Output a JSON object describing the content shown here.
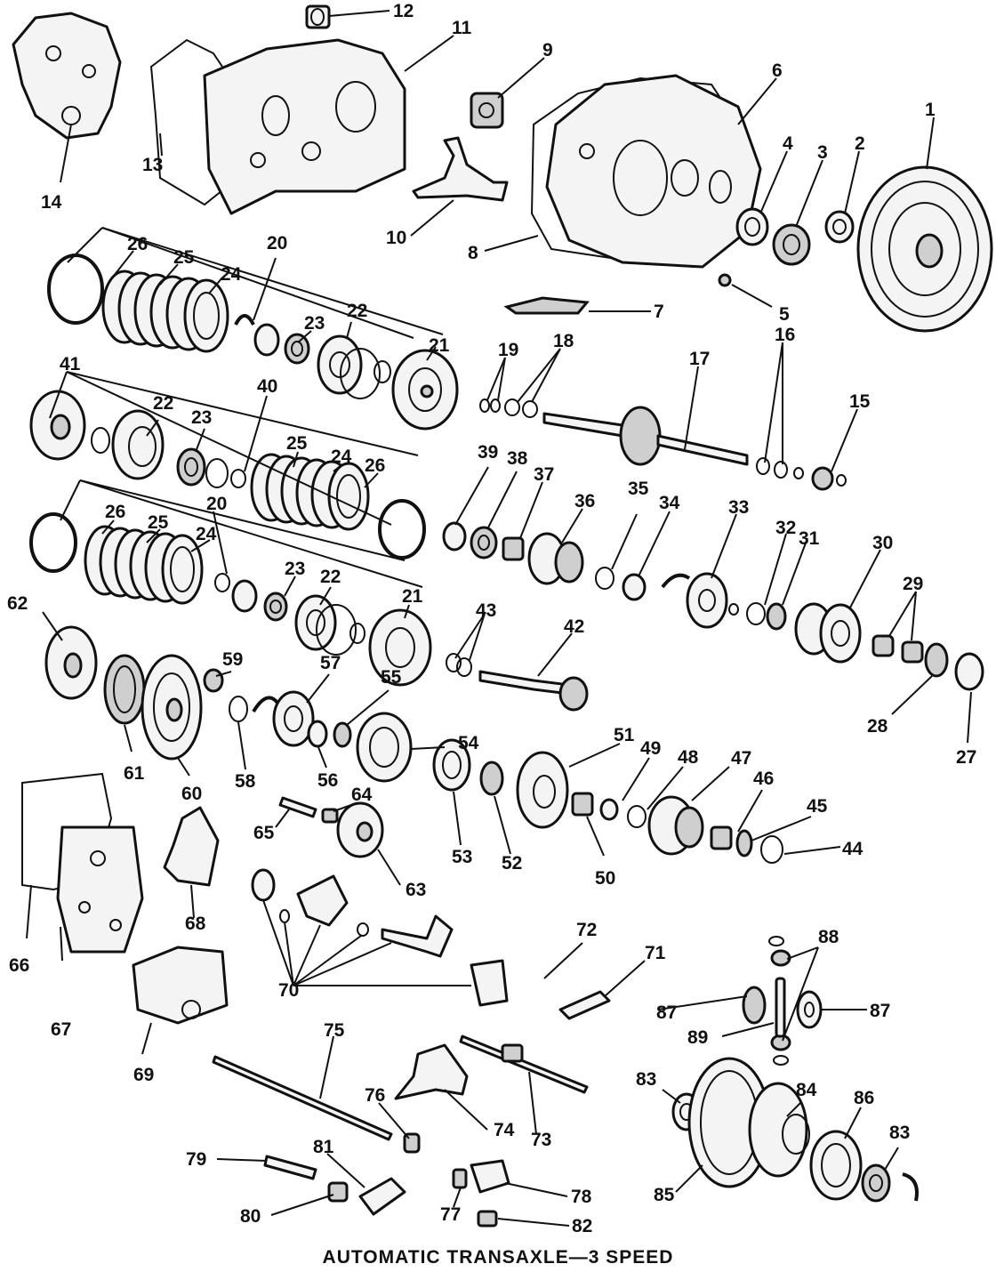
{
  "caption": "AUTOMATIC TRANSAXLE—3 SPEED",
  "callouts": [
    "1",
    "2",
    "3",
    "4",
    "5",
    "6",
    "7",
    "8",
    "9",
    "10",
    "11",
    "12",
    "13",
    "14",
    "15",
    "16",
    "17",
    "18",
    "19",
    "20",
    "21",
    "22",
    "23",
    "24",
    "25",
    "26",
    "27",
    "28",
    "29",
    "30",
    "31",
    "32",
    "33",
    "34",
    "35",
    "36",
    "37",
    "38",
    "39",
    "40",
    "41",
    "42",
    "43",
    "44",
    "45",
    "46",
    "47",
    "48",
    "49",
    "50",
    "51",
    "52",
    "53",
    "54",
    "55",
    "56",
    "57",
    "58",
    "59",
    "60",
    "61",
    "62",
    "63",
    "64",
    "65",
    "66",
    "67",
    "68",
    "69",
    "70",
    "71",
    "72",
    "73",
    "74",
    "75",
    "76",
    "77",
    "78",
    "79",
    "80",
    "81",
    "82",
    "83",
    "84",
    "85",
    "86",
    "87",
    "88",
    "89"
  ],
  "callouts_repeated": {
    "r16": "16",
    "r18": "18",
    "r19": "19",
    "r20a": "20",
    "r20b": "20",
    "r21a": "21",
    "r21b": "21",
    "r22a": "22",
    "r22b": "22",
    "r22c": "22",
    "r23a": "23",
    "r23b": "23",
    "r23c": "23",
    "r24a": "24",
    "r24b": "24",
    "r24c": "24",
    "r25a": "25",
    "r25b": "25",
    "r25c": "25",
    "r26a": "26",
    "r26b": "26",
    "r26c": "26",
    "r29": "29",
    "r43": "43",
    "r83": "83",
    "r87": "87",
    "r88": "88"
  }
}
